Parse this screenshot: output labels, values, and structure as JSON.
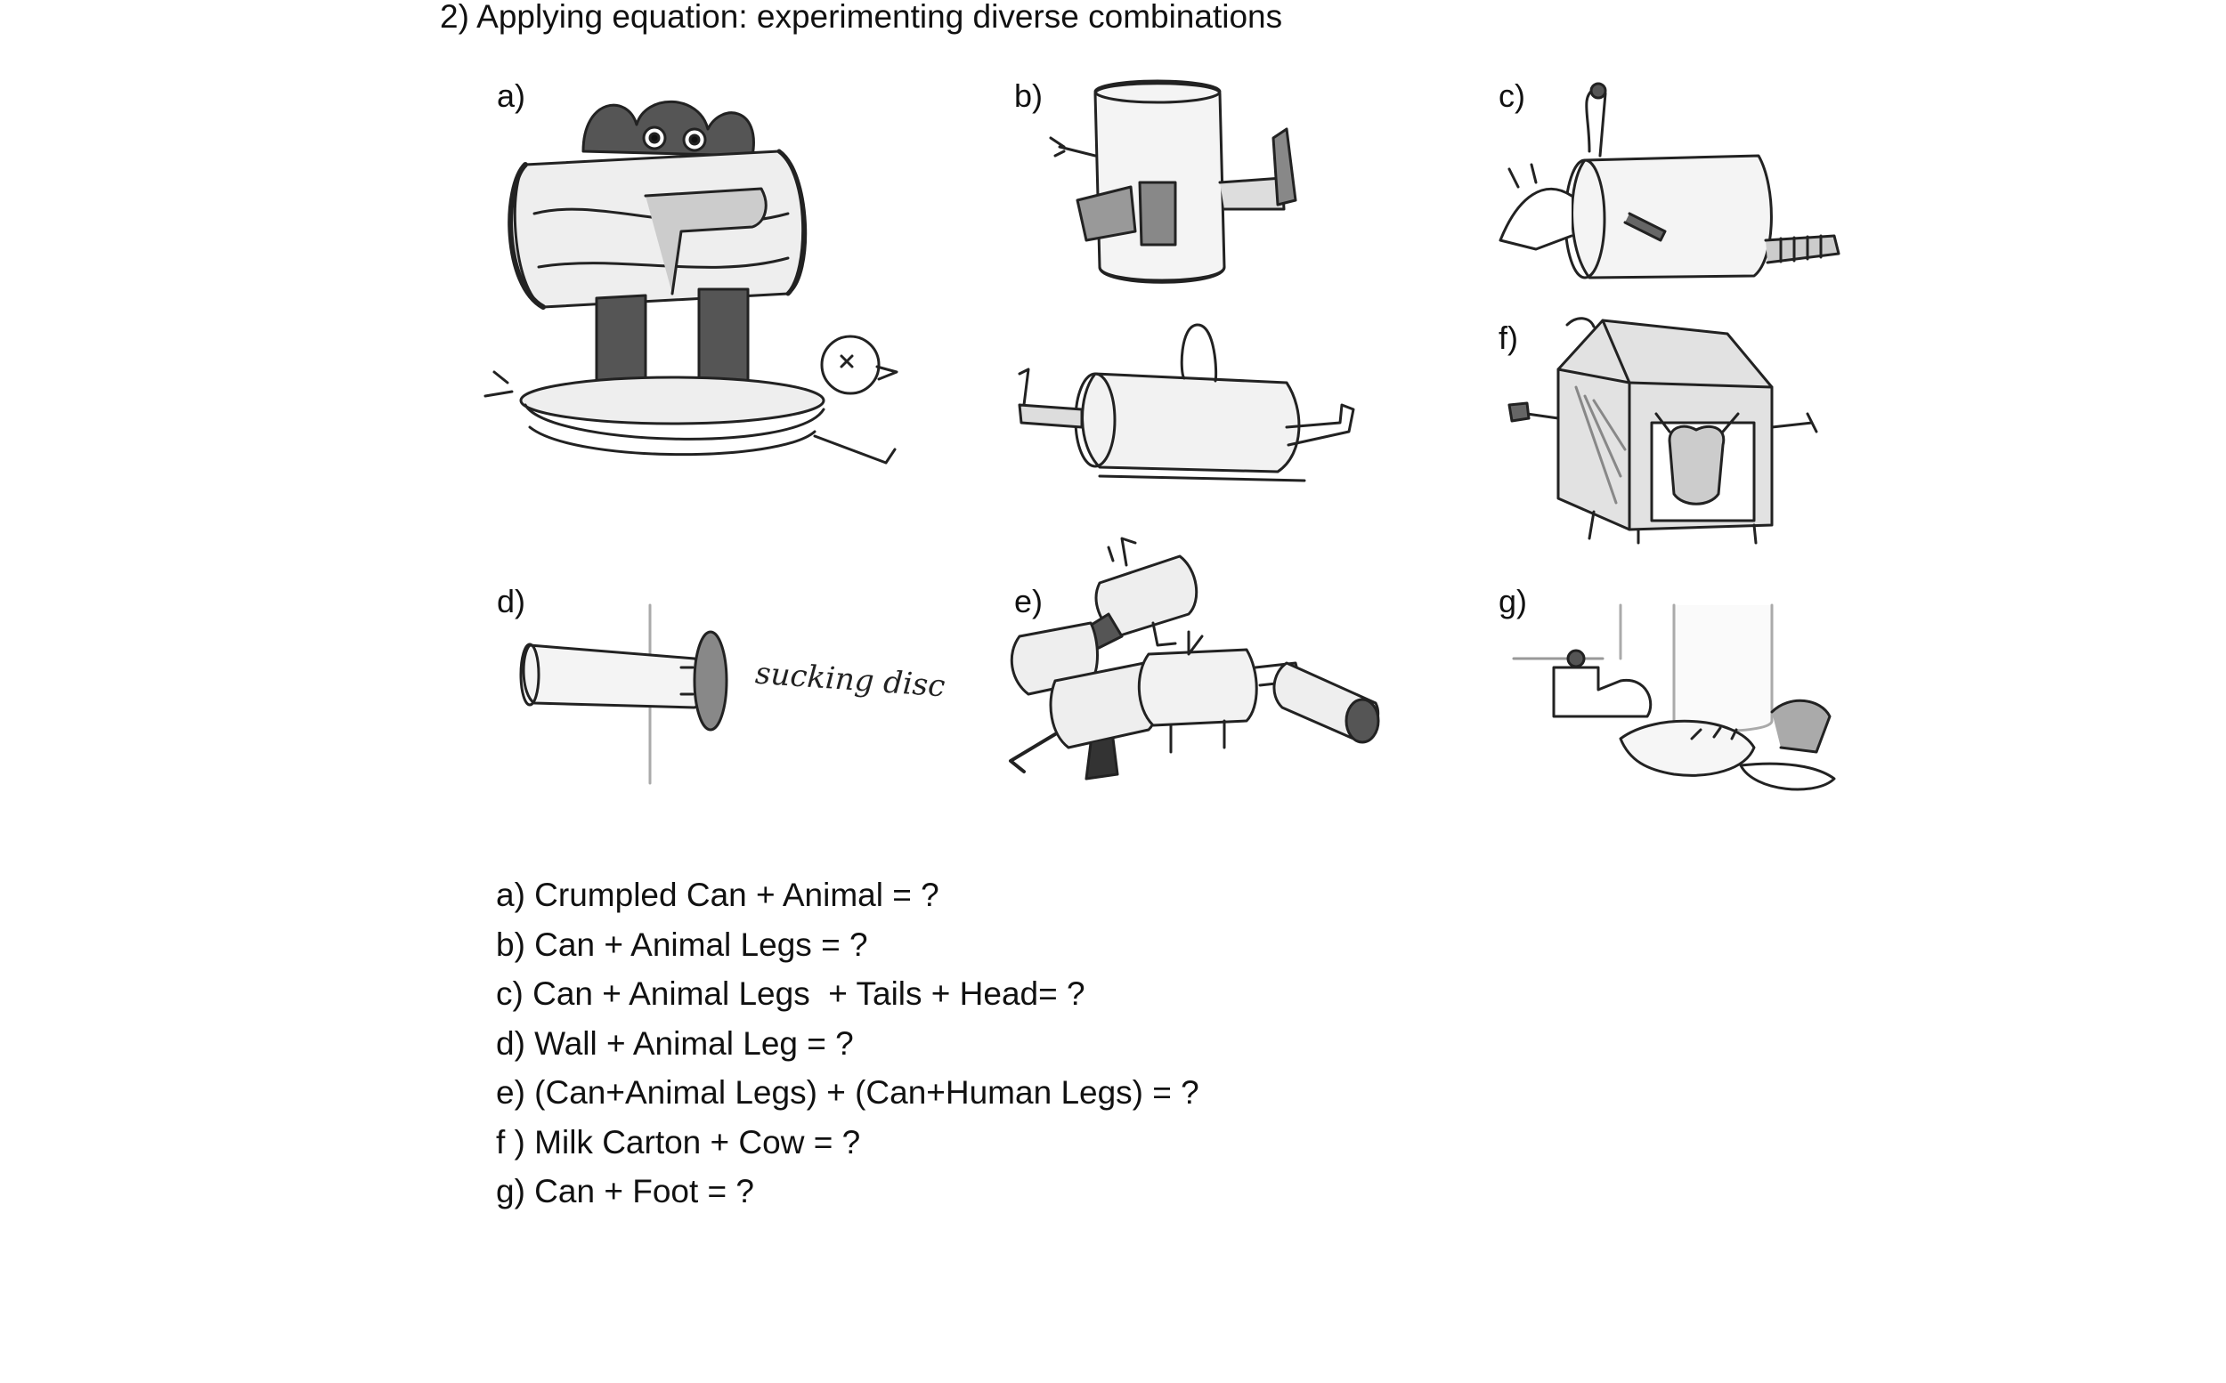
{
  "heading": "2) Applying equation: experimenting diverse combinations",
  "panels": [
    {
      "label": "a)",
      "icon": "crumpled-can-animal-sketch"
    },
    {
      "label": "b)",
      "icon": "can-animal-legs-sketch"
    },
    {
      "label": "c)",
      "icon": "can-legs-tail-head-sketch"
    },
    {
      "label": "d)",
      "icon": "wall-animal-leg-sketch"
    },
    {
      "label": "e)",
      "icon": "can-animal-human-legs-sketch"
    },
    {
      "label": "f)",
      "icon": "milk-carton-cow-sketch"
    },
    {
      "label": "g)",
      "icon": "can-foot-sketch"
    }
  ],
  "annotation_d": "sucking disc",
  "equations": [
    "a) Crumpled Can + Animal = ?",
    "b) Can + Animal Legs = ?",
    "c) Can + Animal Legs  + Tails + Head= ?",
    "d) Wall + Animal Leg = ?",
    "e) (Can+Animal Legs) + (Can+Human Legs) = ?",
    "f ) Milk Carton + Cow = ?",
    "g) Can + Foot = ?"
  ]
}
